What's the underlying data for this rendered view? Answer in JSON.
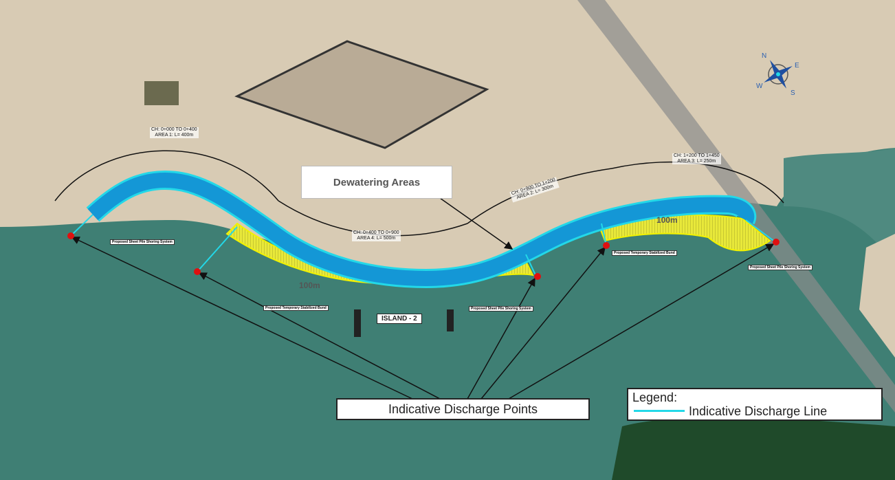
{
  "labels": {
    "dewatering_areas": "Dewatering Areas",
    "discharge_points": "Indicative Discharge Points",
    "island": "ISLAND - 2",
    "width_1": "100m",
    "width_2": "100m"
  },
  "legend": {
    "title": "Legend:",
    "items": [
      {
        "label": "Indicative Discharge Line",
        "color": "#23d8e8"
      }
    ]
  },
  "chainage": [
    {
      "line1": "CH: 0+000 TO 0+400",
      "line2": "AREA 1: L= 400m"
    },
    {
      "line1": "CH: 0+400 TO 0+900",
      "line2": "AREA 4: L= 500m"
    },
    {
      "line1": "CH: 0+900 TO 1+200",
      "line2": "AREA 2: L= 300m"
    },
    {
      "line1": "CH: 1+200 TO 1+450",
      "line2": "AREA 3: L= 250m"
    }
  ],
  "notes": {
    "sheet_pile": "Proposed Sheet Pile Shoring System",
    "bund": "Proposed Temporary Stabilized Bund"
  },
  "compass": {
    "n": "N",
    "e": "E",
    "s": "S",
    "w": "W"
  },
  "colors": {
    "channel": "#1497d6",
    "discharge_line": "#23d8e8",
    "bund": "#e8e83a",
    "discharge_point": "#e01010",
    "sea": "#3f7f74",
    "land": "#d8cbb4"
  }
}
